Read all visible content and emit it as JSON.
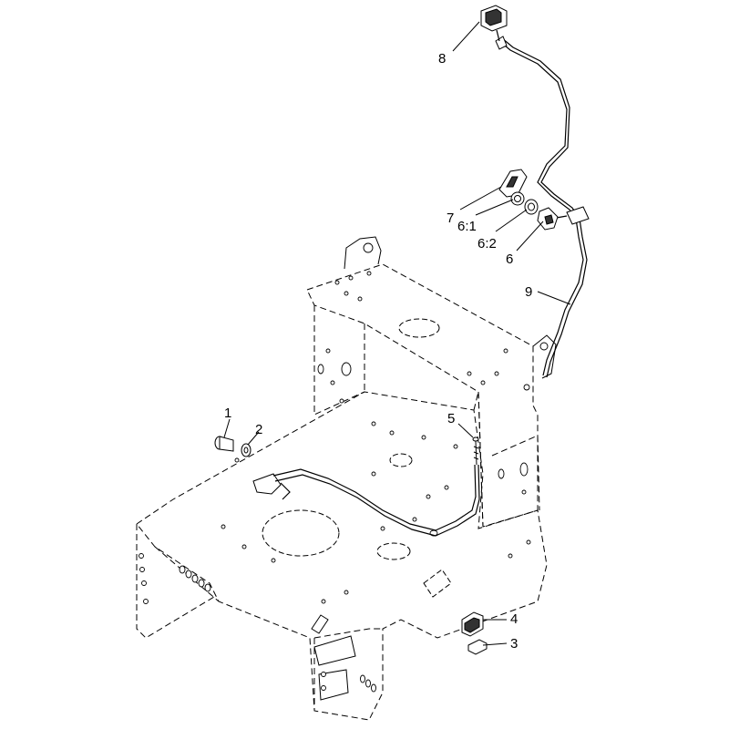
{
  "callouts": [
    {
      "id": "1",
      "label": "1"
    },
    {
      "id": "2",
      "label": "2"
    },
    {
      "id": "3",
      "label": "3"
    },
    {
      "id": "4",
      "label": "4"
    },
    {
      "id": "5",
      "label": "5"
    },
    {
      "id": "6",
      "label": "6"
    },
    {
      "id": "6-1",
      "label": "6:1"
    },
    {
      "id": "6-2",
      "label": "6:2"
    },
    {
      "id": "7",
      "label": "7"
    },
    {
      "id": "8",
      "label": "8"
    },
    {
      "id": "9",
      "label": "9"
    }
  ]
}
